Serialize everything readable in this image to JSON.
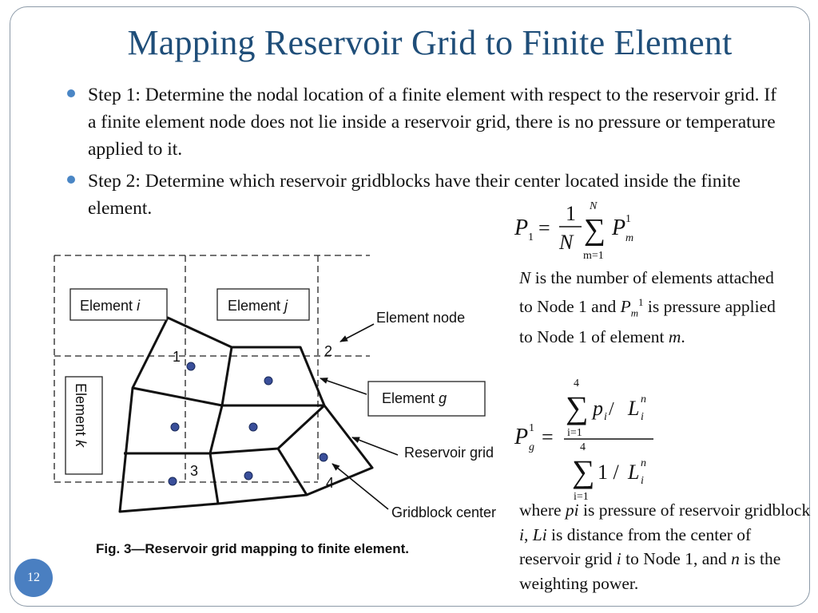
{
  "slide": {
    "title": "Mapping Reservoir Grid to Finite Element",
    "page_number": "12"
  },
  "bullets": [
    {
      "text": "Step 1: Determine the nodal location of a finite element with respect to the reservoir grid. If a finite element node does not lie inside a reservoir grid, there is no pressure or temperature applied to it."
    },
    {
      "text": "Step 2: Determine which reservoir gridblocks have their center located inside the finite element."
    }
  ],
  "figure": {
    "caption": "Fig. 3—Reservoir grid mapping to finite element.",
    "labels": {
      "element_i_word": "Element",
      "element_i_var": "i",
      "element_j_word": "Element",
      "element_j_var": "j",
      "element_k_word": "Element",
      "element_k_var": "k",
      "element_g_word": "Element",
      "element_g_var": "g",
      "element_node": "Element node",
      "reservoir_grid": "Reservoir grid",
      "gridblock_center": "Gridblock center",
      "node_1": "1",
      "node_2": "2",
      "node_3": "3",
      "node_4": "4"
    }
  },
  "equation1": {
    "lhs_var": "P",
    "lhs_sub": "1",
    "equals": "=",
    "frac_num": "1",
    "frac_den": "N",
    "sigma": "∑",
    "sum_top": "N",
    "sum_bottom": "m=1",
    "term_var": "P",
    "term_sup": "1",
    "term_sub": "m"
  },
  "explanation1": {
    "var_N": "N",
    "text_a": " is the number of elements attached to Node 1 and ",
    "var_P": "P",
    "sub_m": "m",
    "sup_1": "1",
    "text_b": " is pressure applied to Node 1 of element ",
    "var_m": "m",
    "text_c": "."
  },
  "equation2": {
    "lhs_var": "P",
    "lhs_sup": "1",
    "lhs_sub": "g",
    "equals": "=",
    "sigma": "∑",
    "num_top": "4",
    "num_bottom": "i=1",
    "num_expr_var": "p",
    "num_expr_sub": "i",
    "num_expr_slash": " / ",
    "num_expr_L": "L",
    "num_expr_Lsup": "n",
    "num_expr_Lsub": "i",
    "den_top": "4",
    "den_bottom": "i=1",
    "den_expr_one": "1 / ",
    "den_expr_L": "L",
    "den_expr_Lsup": "n",
    "den_expr_Lsub": "i"
  },
  "explanation2": {
    "text_a": "where ",
    "var_pi": "pi",
    "text_b": " is pressure of reservoir gridblock ",
    "var_i": "i",
    "text_c": ", ",
    "var_Li": "Li",
    "text_d": " is distance from the center of reservoir grid ",
    "var_i2": "i",
    "text_e": " to Node 1, and ",
    "var_n": "n",
    "text_f": " is the weighting power."
  },
  "colors": {
    "title": "#1f4e79",
    "bullet": "#4a86c5",
    "gridblock_center": "#3a4f9a",
    "page_badge": "#4a7fc1"
  }
}
